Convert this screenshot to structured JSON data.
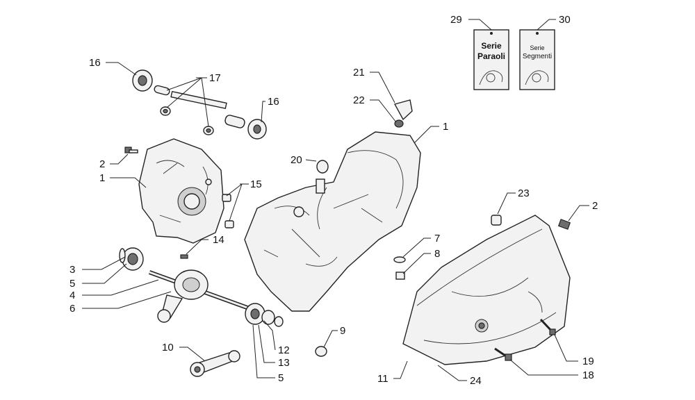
{
  "callouts": {
    "c1a": "1",
    "c1b": "1",
    "c2a": "2",
    "c2b": "2",
    "c3": "3",
    "c4": "4",
    "c5a": "5",
    "c5b": "5",
    "c6": "6",
    "c7": "7",
    "c8": "8",
    "c9": "9",
    "c10": "10",
    "c11": "11",
    "c12": "12",
    "c13": "13",
    "c14": "14",
    "c15": "15",
    "c16a": "16",
    "c16b": "16",
    "c17": "17",
    "c18": "18",
    "c19": "19",
    "c20": "20",
    "c21": "21",
    "c22": "22",
    "c23": "23",
    "c24": "24",
    "c29": "29",
    "c30": "30"
  },
  "kits": {
    "paraoli": {
      "line1": "Serie",
      "line2": "Paraoli"
    },
    "segmenti": {
      "line1": "Serie",
      "line2": "Segmenti"
    }
  }
}
